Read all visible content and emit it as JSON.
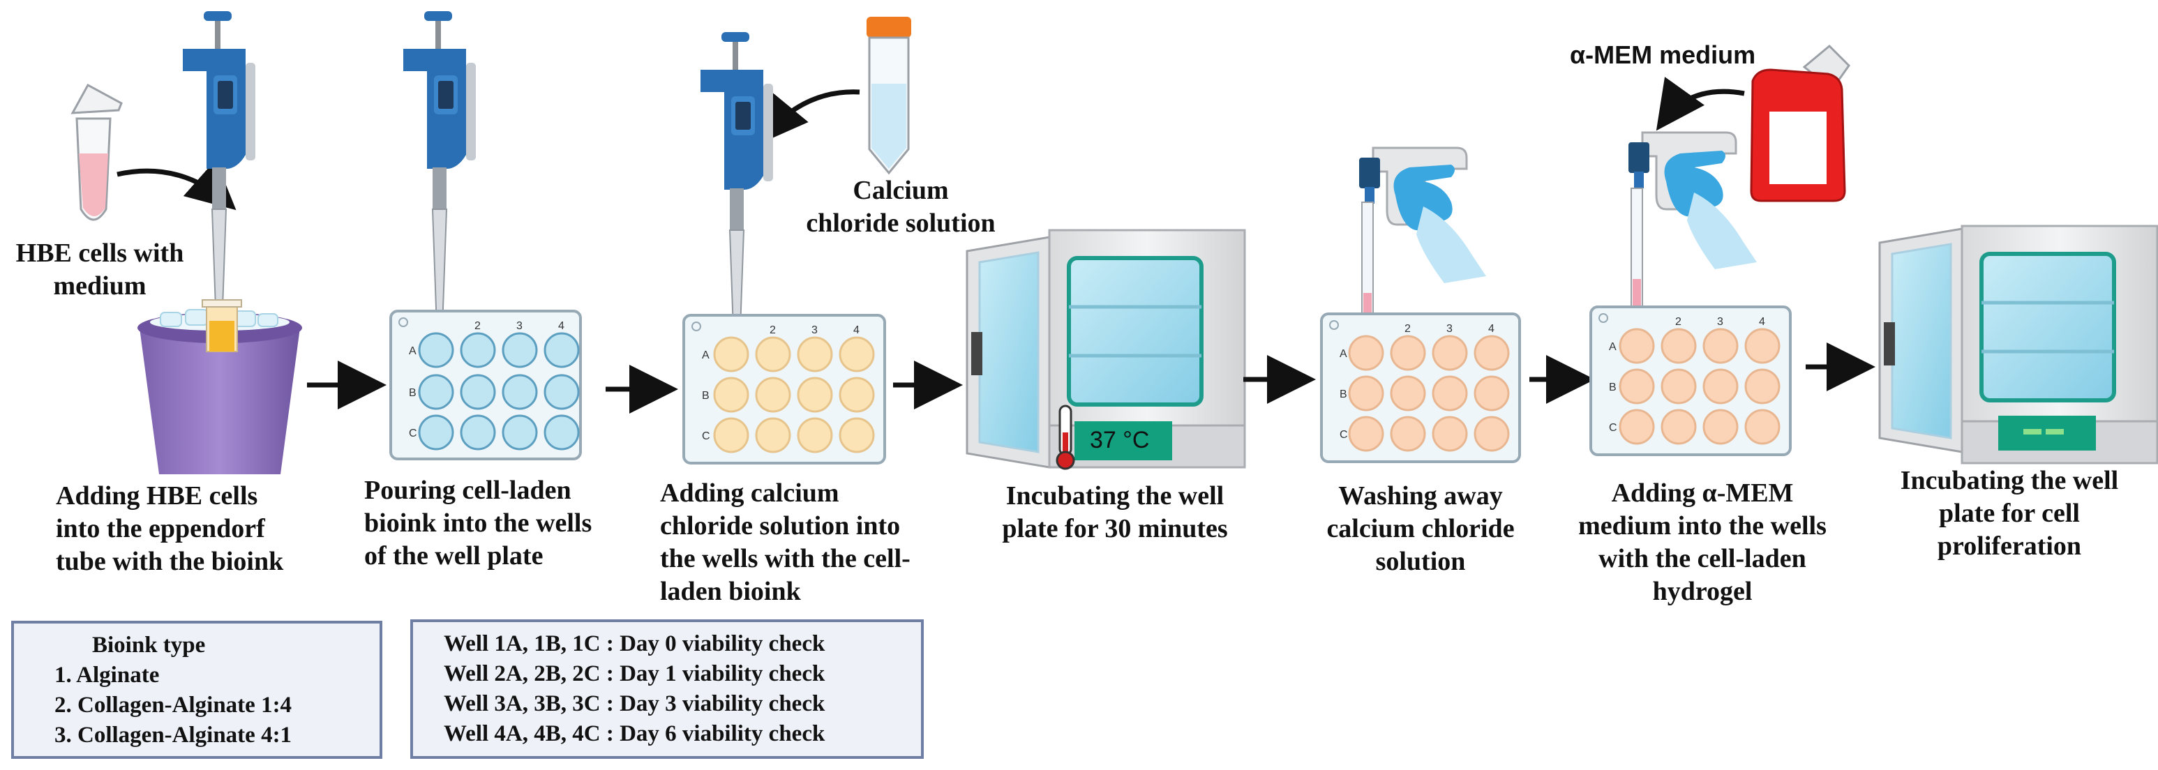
{
  "labels": {
    "hbe_cells": "HBE cells with\nmedium",
    "calcium_chloride": "Calcium\nchloride solution",
    "alpha_mem": "α-MEM medium",
    "incubator_temp": "37 °C"
  },
  "steps": [
    {
      "caption": "Adding HBE cells\ninto the eppendorf\ntube with the bioink"
    },
    {
      "caption": "Pouring cell-laden\nbioink into the wells\nof the well plate"
    },
    {
      "caption": "Adding calcium\nchloride solution into\nthe wells with the cell-\nladen bioink"
    },
    {
      "caption": "Incubating the well\nplate for 30 minutes"
    },
    {
      "caption": "Washing away\ncalcium chloride\nsolution"
    },
    {
      "caption": "Adding α-MEM\nmedium into the wells\nwith the cell-laden\nhydrogel"
    },
    {
      "caption": "Incubating the well\nplate for cell\nproliferation"
    }
  ],
  "plate": {
    "columns": [
      "2",
      "3",
      "4"
    ],
    "rows": [
      "A",
      "B",
      "C"
    ]
  },
  "bioink_box": {
    "title": "Bioink type",
    "items": [
      "1.  Alginate",
      "2.  Collagen-Alginate 1:4",
      "3.  Collagen-Alginate 4:1"
    ]
  },
  "wells_box": {
    "lines": [
      "Well 1A, 1B, 1C : Day 0 viability check",
      "Well 2A, 2B, 2C : Day 1 viability check",
      "Well 3A, 3B, 3C : Day 3 viability check",
      "Well 4A, 4B, 4C : Day 6 viability check"
    ]
  },
  "colors": {
    "pipette_blue": "#2a6fb3",
    "well_blue": "#bfe4f2",
    "well_cream": "#fbe3b5",
    "well_peach": "#fbd3b6",
    "ice_bucket": "#8f74bf",
    "glove": "#3aa7e0",
    "flask_red": "#e8201f",
    "incubator_panel": "#12a07f"
  }
}
